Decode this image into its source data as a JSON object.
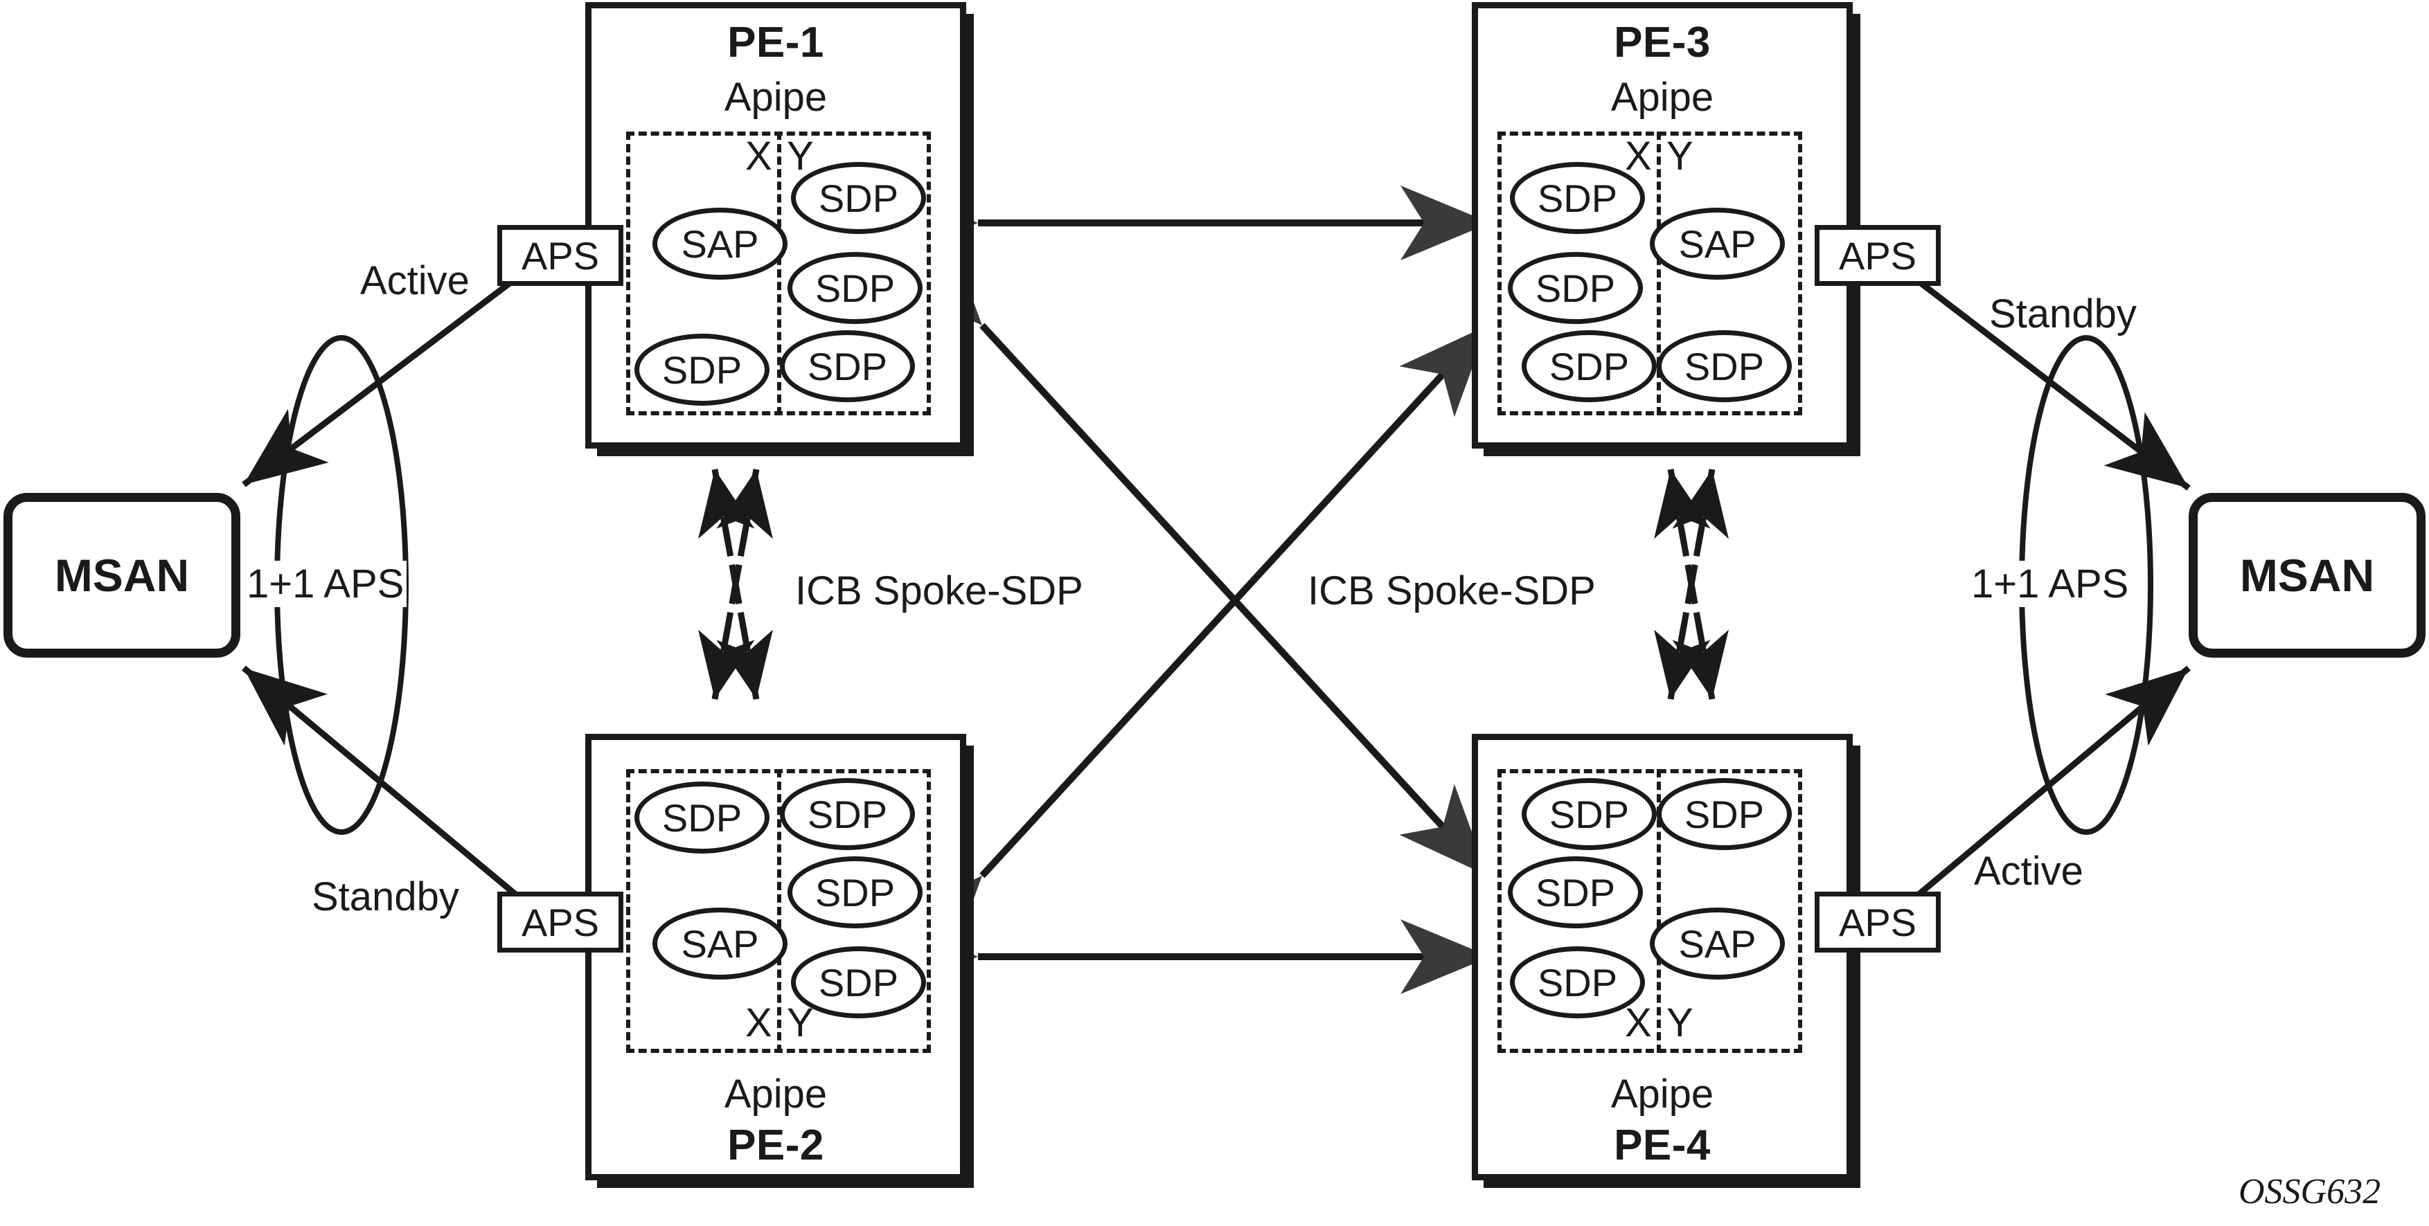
{
  "diagram": {
    "figure_id": "OSSG632",
    "nodes": {
      "msan_left": {
        "label": "MSAN"
      },
      "msan_right": {
        "label": "MSAN"
      },
      "pe1": {
        "title": "PE-1",
        "service": "Apipe",
        "x_label": "X",
        "y_label": "Y",
        "aps_label": "APS",
        "x_side": [
          "SAP",
          "SDP"
        ],
        "y_side": [
          "SDP",
          "SDP",
          "SDP"
        ]
      },
      "pe2": {
        "title": "PE-2",
        "service": "Apipe",
        "x_label": "X",
        "y_label": "Y",
        "aps_label": "APS",
        "x_side": [
          "SDP",
          "SAP"
        ],
        "y_side": [
          "SDP",
          "SDP",
          "SDP"
        ]
      },
      "pe3": {
        "title": "PE-3",
        "service": "Apipe",
        "x_label": "X",
        "y_label": "Y",
        "aps_label": "APS",
        "x_side": [
          "SDP",
          "SDP",
          "SDP"
        ],
        "y_side": [
          "SAP",
          "SDP"
        ]
      },
      "pe4": {
        "title": "PE-4",
        "service": "Apipe",
        "x_label": "X",
        "y_label": "Y",
        "aps_label": "APS",
        "x_side": [
          "SDP",
          "SDP",
          "SDP"
        ],
        "y_side": [
          "SDP",
          "SAP"
        ]
      }
    },
    "labels": {
      "active_top_left": "Active",
      "standby_bottom_left": "Standby",
      "standby_top_right": "Standby",
      "active_bottom_right": "Active",
      "aps_group_left": "1+1 APS",
      "aps_group_right": "1+1 APS",
      "icb_left": "ICB Spoke-SDP",
      "icb_right": "ICB Spoke-SDP"
    },
    "colors": {
      "line": "#1a1a1a",
      "background": "#ffffff"
    }
  }
}
